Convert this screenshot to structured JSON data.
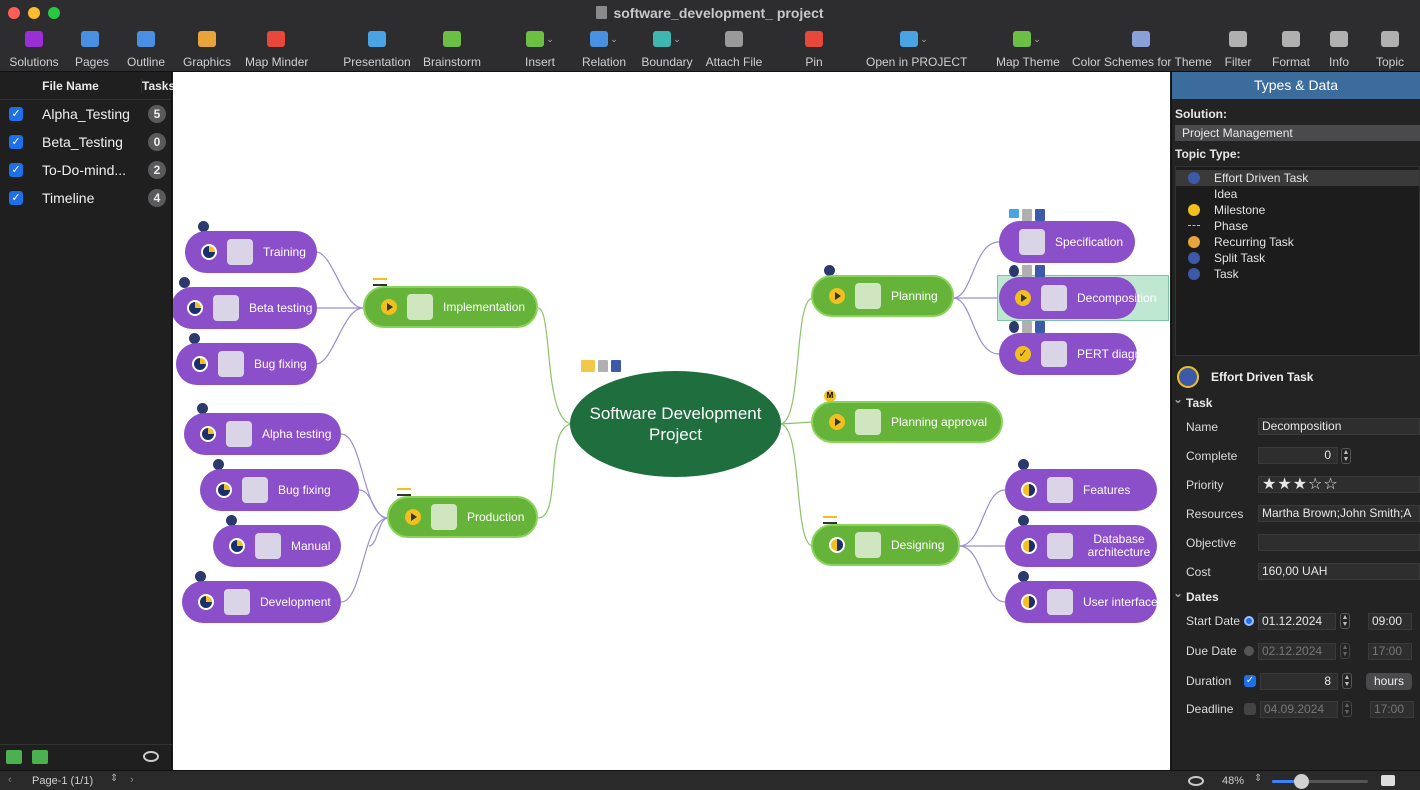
{
  "window": {
    "title": "software_development_ project"
  },
  "toolbar": {
    "items": [
      {
        "label": "Solutions",
        "icon": "solutions-icon",
        "color": "#9b2fd6"
      },
      {
        "label": "Pages",
        "icon": "pages-icon",
        "color": "#4a90e2"
      },
      {
        "label": "Outline",
        "icon": "outline-icon",
        "color": "#4a90e2"
      },
      {
        "label": "Graphics",
        "icon": "graphics-icon",
        "color": "#e8a33b"
      },
      {
        "label": "Map Minder",
        "icon": "map-minder-icon",
        "color": "#e8473b"
      },
      {
        "label": "Presentation",
        "icon": "presentation-icon",
        "color": "#4aa3e2"
      },
      {
        "label": "Brainstorm",
        "icon": "brainstorm-icon",
        "color": "#6bc043"
      },
      {
        "label": "Insert",
        "icon": "insert-icon",
        "color": "#6bc043"
      },
      {
        "label": "Relation",
        "icon": "relation-icon",
        "color": "#4a90e2"
      },
      {
        "label": "Boundary",
        "icon": "boundary-icon",
        "color": "#3fb7b0"
      },
      {
        "label": "Attach File",
        "icon": "paperclip-icon",
        "color": "#9a9a9a"
      },
      {
        "label": "Pin",
        "icon": "pin-icon",
        "color": "#e8473b"
      },
      {
        "label": "Open in PROJECT",
        "icon": "project-icon",
        "color": "#4aa3e2"
      },
      {
        "label": "Map Theme",
        "icon": "map-theme-icon",
        "color": "#6bc043"
      },
      {
        "label": "Color Schemes for Theme",
        "icon": "color-schemes-icon",
        "color": "#8aa0d8"
      },
      {
        "label": "Filter",
        "icon": "filter-icon",
        "color": "#b0b0b0"
      },
      {
        "label": "Format",
        "icon": "format-icon",
        "color": "#b0b0b0"
      },
      {
        "label": "Info",
        "icon": "info-icon",
        "color": "#b0b0b0"
      },
      {
        "label": "Topic",
        "icon": "topic-icon",
        "color": "#b0b0b0"
      }
    ]
  },
  "left_panel": {
    "col_file": "File Name",
    "col_tasks": "Tasks",
    "files": [
      {
        "name": "Alpha_Testing",
        "tasks": "5",
        "checked": true
      },
      {
        "name": "Beta_Testing",
        "tasks": "0",
        "checked": true
      },
      {
        "name": "To-Do-mind...",
        "tasks": "2",
        "checked": true
      },
      {
        "name": "Timeline",
        "tasks": "4",
        "checked": true
      }
    ]
  },
  "map": {
    "center": "Software Development Project",
    "implementation": "Implementation",
    "production": "Production",
    "training": "Training",
    "beta_testing": "Beta testing",
    "bug_fixing_1": "Bug fixing",
    "alpha_testing": "Alpha testing",
    "bug_fixing_2": "Bug fixing",
    "manual": "Manual",
    "development": "Development",
    "planning": "Planning",
    "planning_approval": "Planning approval",
    "designing": "Designing",
    "specification": "Specification",
    "decomposition": "Decomposition",
    "pert_diagram": "PERT diagram",
    "features": "Features",
    "database_architecture": "Database architecture",
    "user_interface": "User interface",
    "milestone_badge": "M"
  },
  "right_panel": {
    "title": "Types & Data",
    "solution_label": "Solution:",
    "solution_value": "Project Management",
    "topic_type_label": "Topic Type:",
    "topic_types": [
      {
        "name": "Effort Driven Task",
        "icon": "effort-driven-task-icon",
        "selected": true
      },
      {
        "name": "Idea",
        "icon": "idea-icon",
        "selected": false
      },
      {
        "name": "Milestone",
        "icon": "milestone-icon",
        "selected": false
      },
      {
        "name": "Phase",
        "icon": "phase-icon",
        "selected": false
      },
      {
        "name": "Recurring Task",
        "icon": "recurring-task-icon",
        "selected": false
      },
      {
        "name": "Split Task",
        "icon": "split-task-icon",
        "selected": false
      },
      {
        "name": "Task",
        "icon": "task-icon",
        "selected": false
      }
    ],
    "selected_type": "Effort Driven Task",
    "task_section": "Task",
    "name_label": "Name",
    "name_value": "Decomposition",
    "complete_label": "Complete",
    "complete_value": "0",
    "priority_label": "Priority",
    "priority_stars": 3,
    "priority_max": 5,
    "resources_label": "Resources",
    "resources_value": "Martha Brown;John Smith;A",
    "objective_label": "Objective",
    "objective_value": "",
    "cost_label": "Cost",
    "cost_value": "160,00 UAH",
    "dates_section": "Dates",
    "start_label": "Start Date",
    "start_date": "01.12.2024",
    "start_time": "09:00",
    "due_label": "Due Date",
    "due_date": "02.12.2024",
    "due_time": "17:00",
    "duration_label": "Duration",
    "duration_value": "8",
    "duration_unit": "hours",
    "deadline_label": "Deadline",
    "deadline_date": "04.09.2024",
    "deadline_time": "17:00"
  },
  "status": {
    "page": "Page-1 (1/1)",
    "zoom": "48%",
    "zoom_level": 0.3
  }
}
